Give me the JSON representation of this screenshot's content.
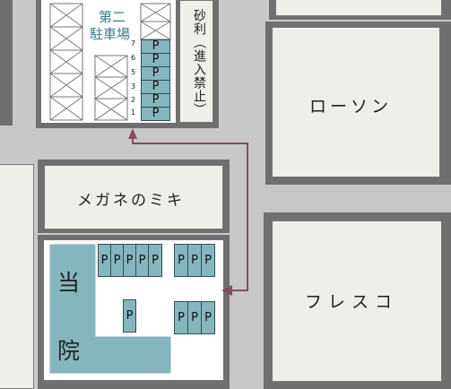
{
  "parking2": {
    "title_line1": "第二",
    "title_line2": "駐車場",
    "spot_numbers": [
      "7",
      "6",
      "5",
      "3",
      "2",
      "1"
    ],
    "spot_label": "P"
  },
  "gravel": {
    "label": "砂利（進入禁止）"
  },
  "lawson": {
    "label": "ローソン"
  },
  "megane": {
    "label": "メガネのミキ"
  },
  "fresco": {
    "label": "フレスコ"
  },
  "clinic": {
    "label_line1": "当",
    "label_line2": "院",
    "spot_label": "P"
  },
  "colors": {
    "road": "#c8c8c8",
    "block": "#6f6f6f",
    "building": "#efefe9",
    "clinic": "#86b6bd",
    "route": "#8b4a63",
    "teal_text": "#3a7e86"
  }
}
